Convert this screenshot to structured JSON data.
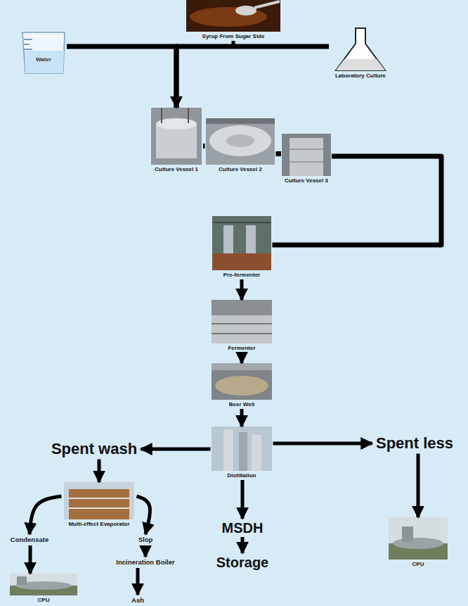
{
  "diagram": {
    "nodes": [
      {
        "text": [
          "Syrup From Sugar Side"
        ]
      },
      {
        "text": [
          "Water"
        ]
      },
      {
        "text": [
          "Laboratory Culture"
        ]
      },
      {
        "text": [
          "Culture Vessel 1"
        ]
      },
      {
        "text": [
          "Culture Vessel 2"
        ]
      },
      {
        "text": [
          "Culture Vessel 3"
        ]
      },
      {
        "text": [
          "Pre-fermenter"
        ]
      },
      {
        "text": [
          "Fermenter"
        ]
      },
      {
        "text": [
          "Beer Well"
        ]
      },
      {
        "text": [
          "Spent wash"
        ]
      },
      {
        "text": [
          "Distillation"
        ]
      },
      {
        "text": [
          "Spent less"
        ]
      },
      {
        "text": [
          "Multi-effect Evaporator"
        ]
      },
      {
        "text": [
          "MSDH"
        ]
      },
      {
        "text": [
          "CPU"
        ]
      },
      {
        "text": [
          "Condensate"
        ]
      },
      {
        "text": [
          "Slop"
        ]
      },
      {
        "text": [
          "Storage"
        ]
      },
      {
        "text": [
          "Incineration Boiler"
        ]
      },
      {
        "text": [
          "CPU"
        ]
      },
      {
        "text": [
          "Ash"
        ]
      }
    ],
    "edges": [
      {
        "from": 0,
        "to": 3,
        "arrow": "to"
      },
      {
        "from": 1,
        "to": 3,
        "arrow": "none"
      },
      {
        "from": 2,
        "to": 3,
        "arrow": "none"
      },
      {
        "from": 3,
        "to": 4,
        "arrow": "none"
      },
      {
        "from": 4,
        "to": 5,
        "arrow": "none"
      },
      {
        "from": 5,
        "to": 6,
        "arrow": "none"
      },
      {
        "from": 6,
        "to": 7,
        "arrow": "to"
      },
      {
        "from": 7,
        "to": 8,
        "arrow": "to"
      },
      {
        "from": 8,
        "to": 10,
        "arrow": "to"
      },
      {
        "from": 10,
        "to": 9,
        "arrow": "to"
      },
      {
        "from": 10,
        "to": 11,
        "arrow": "to"
      },
      {
        "from": 10,
        "to": 13,
        "arrow": "to"
      },
      {
        "from": 9,
        "to": 12,
        "arrow": "to"
      },
      {
        "from": 12,
        "to": 15,
        "arrow": "to"
      },
      {
        "from": 12,
        "to": 16,
        "arrow": "to"
      },
      {
        "from": 15,
        "to": 19,
        "arrow": "to"
      },
      {
        "from": 16,
        "to": 18,
        "arrow": "to"
      },
      {
        "from": 18,
        "to": 20,
        "arrow": "to"
      },
      {
        "from": 13,
        "to": 17,
        "arrow": "to"
      },
      {
        "from": 11,
        "to": 14,
        "arrow": "to"
      }
    ]
  }
}
